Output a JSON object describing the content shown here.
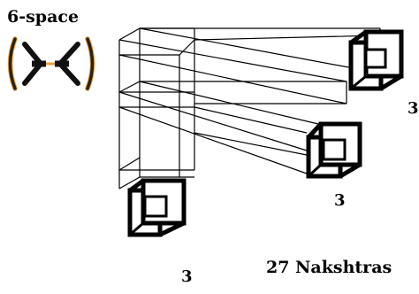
{
  "title": "6-space",
  "symbol_icon": "bracketed-converging-arrows-icon",
  "cube_icon": "hypercube-icon",
  "labels": {
    "right_cube_count": "3",
    "middle_cube_count": "3",
    "bottom_count": "3",
    "caption": "27 Nakshtras"
  },
  "colors": {
    "ink": "#000000",
    "background": "#ffffff",
    "bracket": "#2b2218",
    "arrow_highlight": "#e8a23a"
  }
}
